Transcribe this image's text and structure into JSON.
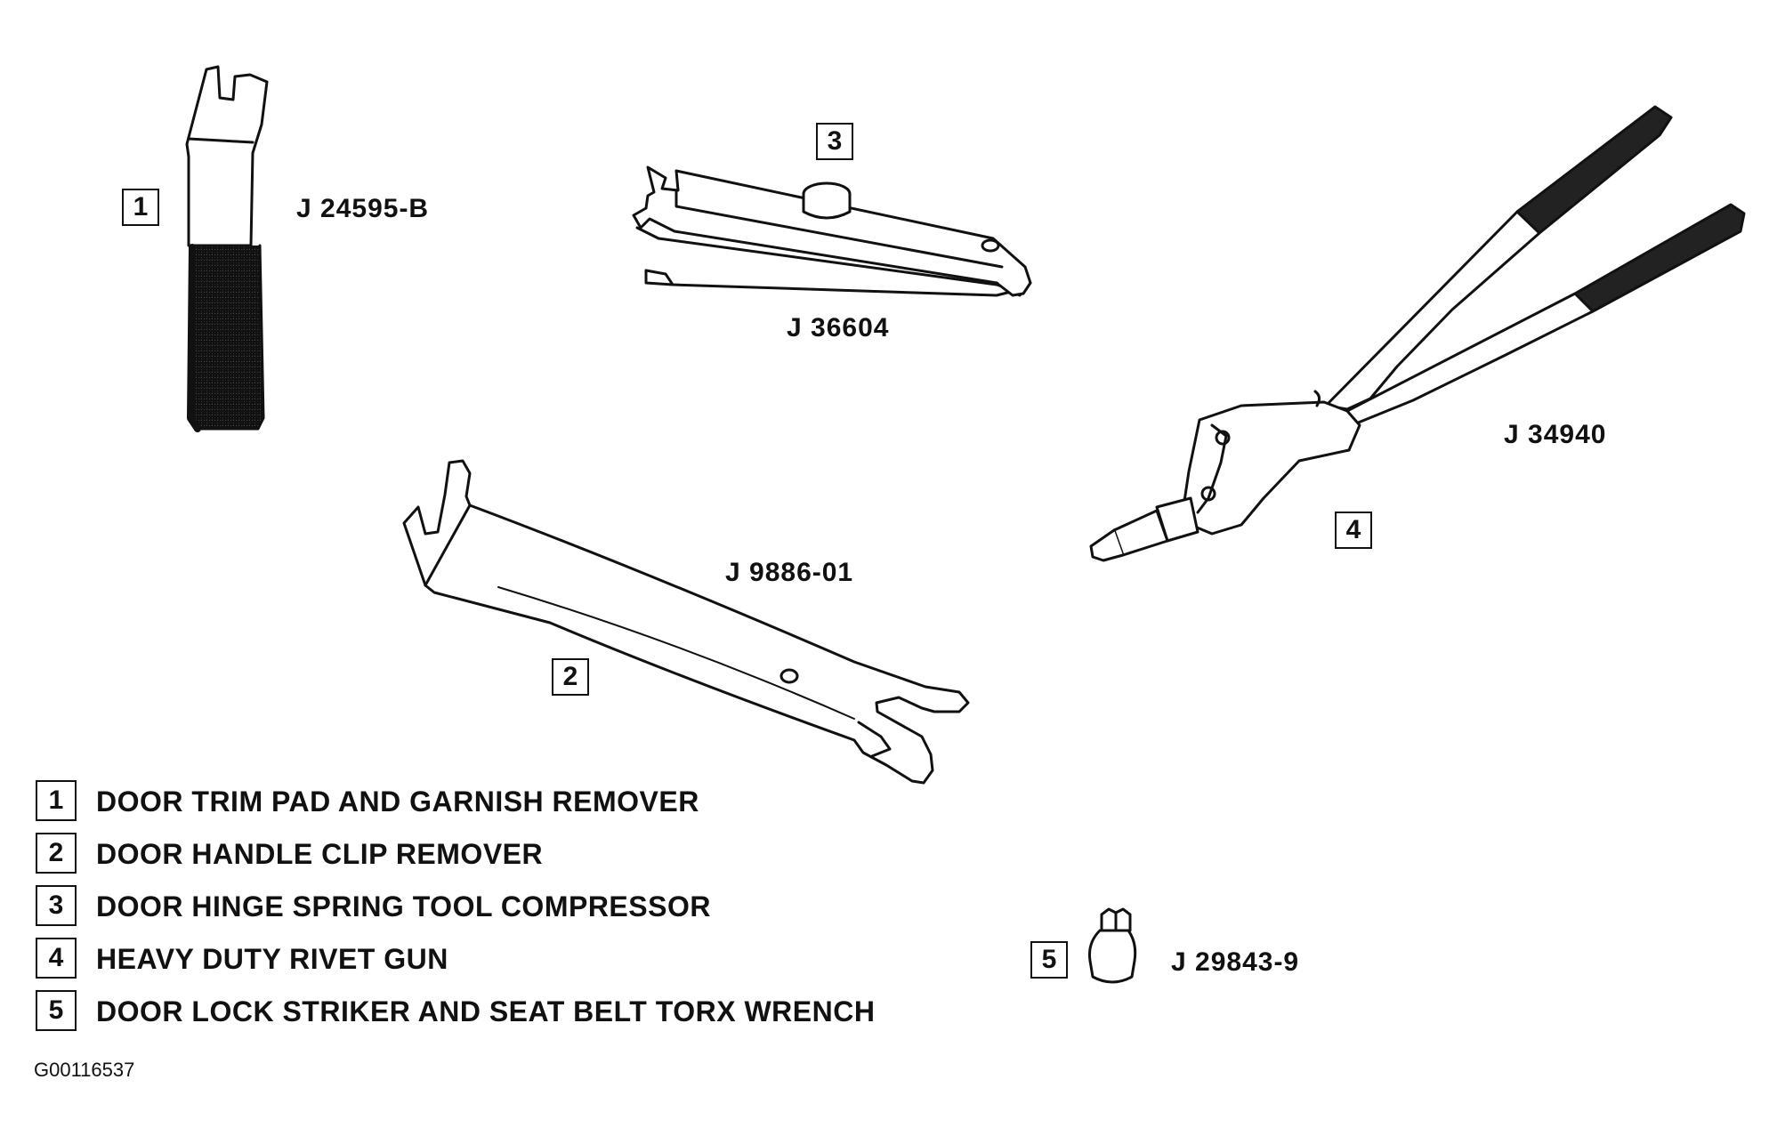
{
  "tools": [
    {
      "number": "1",
      "part_number": "J 24595-B",
      "name": "DOOR TRIM PAD AND GARNISH REMOVER"
    },
    {
      "number": "2",
      "part_number": "J 9886-01",
      "name": "DOOR HANDLE CLIP REMOVER"
    },
    {
      "number": "3",
      "part_number": "J 36604",
      "name": "DOOR HINGE SPRING TOOL COMPRESSOR"
    },
    {
      "number": "4",
      "part_number": "J 34940",
      "name": "HEAVY DUTY RIVET GUN"
    },
    {
      "number": "5",
      "part_number": "J 29843-9",
      "name": "DOOR LOCK STRIKER AND SEAT BELT TORX WRENCH"
    }
  ],
  "figure_code": "G00116537",
  "colors": {
    "ink": "#111111",
    "background": "#ffffff"
  }
}
